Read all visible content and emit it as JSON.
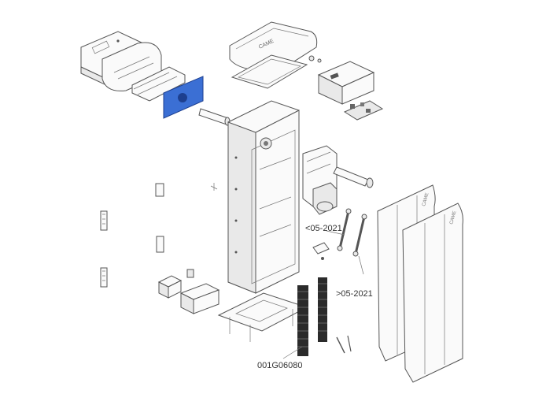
{
  "diagram": {
    "labels": {
      "before_date": "<05-2021",
      "after_date": ">05-2021",
      "part_code": "001G06080"
    },
    "highlight_color": "#3b6fd4",
    "brand_text": "CAME"
  }
}
